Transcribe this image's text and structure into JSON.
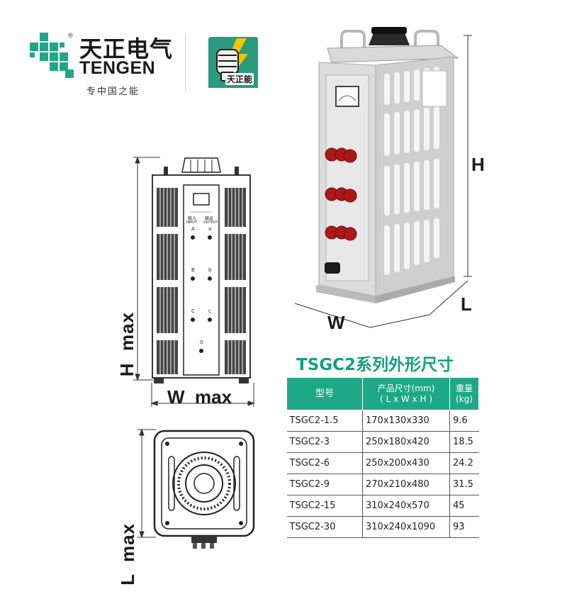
{
  "brand": {
    "name_cn": "天正电气",
    "name_en": "TENGEN",
    "slogan": "专中国之能",
    "registered_mark": "®",
    "badge_text": "天正能",
    "colors": {
      "green": "#1ea887",
      "dark": "#1a1a1a",
      "badge_bg": "#2a9b7e",
      "badge_yellow": "#f5c400"
    }
  },
  "diagram": {
    "product_labels": {
      "h": "H",
      "l": "L",
      "w": "W"
    },
    "front_view": {
      "width_label": "W  max",
      "height_label": "H  max"
    },
    "top_view": {
      "length_label": "L  max"
    },
    "meter_labels": {
      "input_cn": "输入",
      "output_cn": "输出",
      "input_en": "INPUT",
      "output_en": "OUTPUT"
    },
    "terminal_letters": [
      "A",
      "a",
      "B",
      "b",
      "C",
      "c",
      "0"
    ]
  },
  "table": {
    "title": "TSGC2系列外形尺寸",
    "headers": {
      "model": "型号",
      "size": "产品尺寸(mm)",
      "size_sub": "( L x W x H )",
      "weight": "重量",
      "weight_sub": "(kg)"
    },
    "rows": [
      {
        "model": "TSGC2-1.5",
        "size": "170x130x330",
        "weight": "9.6"
      },
      {
        "model": "TSGC2-3",
        "size": "250x180x420",
        "weight": "18.5"
      },
      {
        "model": "TSGC2-6",
        "size": "250x200x430",
        "weight": "24.2"
      },
      {
        "model": "TSGC2-9",
        "size": "270x210x480",
        "weight": "31.5"
      },
      {
        "model": "TSGC2-15",
        "size": "310x240x570",
        "weight": "45"
      },
      {
        "model": "TSGC2-30",
        "size": "310x240x1090",
        "weight": "93"
      }
    ]
  }
}
